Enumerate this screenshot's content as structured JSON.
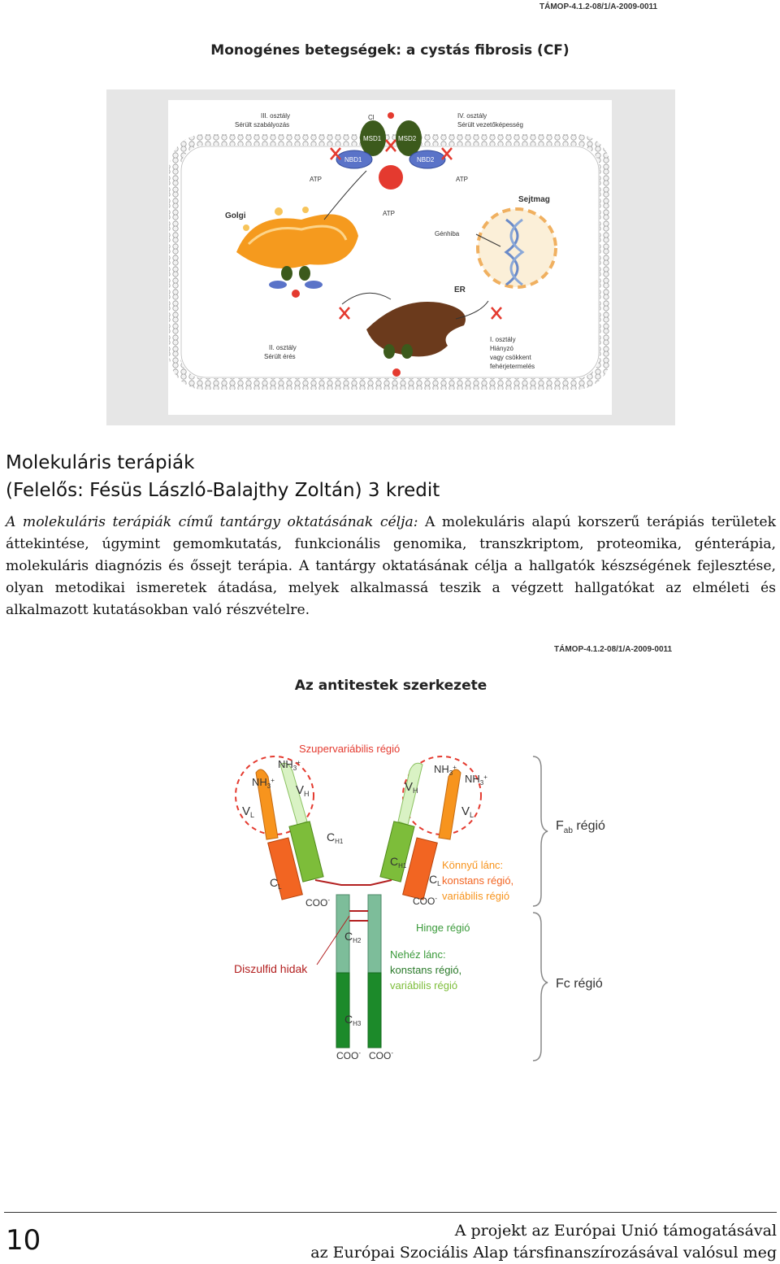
{
  "header": {
    "project_code_1": "TÁMOP-4.1.2-08/1/A-2009-0011",
    "figure1_title": "Monogénes betegségek: a cystás fibrosis (CF)"
  },
  "figure1": {
    "class3_line1": "III. osztály",
    "class3_line2": "Sérült szabályozás",
    "cl_label": "Cl",
    "msd1": "MSD1",
    "msd2": "MSD2",
    "nbd1": "NBD1",
    "nbd2": "NBD2",
    "class4_line1": "IV. osztály",
    "class4_line2": "Sérült vezetőképesség",
    "atp": "ATP",
    "golgi": "Golgi",
    "nucleus": "Sejtmag",
    "gene_defect": "Génhiba",
    "er": "ER",
    "class2_line1": "II. osztály",
    "class2_line2": "Sérült érés",
    "class1_line1": "I. osztály",
    "class1_line2": "Hiányzó",
    "class1_line3": "vagy csökkent",
    "class1_line4": "fehérjetermelés"
  },
  "course": {
    "title": "Molekuláris terápiák",
    "responsible": "(Felelős: Fésüs László-Balajthy Zoltán) 3 kredit",
    "intro_italic": "A molekuláris terápiák című tantárgy oktatásának célja:",
    "body": " A molekuláris alapú korszerű terápiás területek áttekintése, úgymint gemomkutatás, funkcionális genomika, transzkriptom, proteomika, génterápia, molekuláris diagnózis és őssejt terápia. A tantárgy oktatásának célja a hallgatók készségének fejlesztése, olyan metodikai ismeretek átadása, melyek alkalmassá teszik a végzett hallgatókat az elméleti és alkalmazott kutatásokban való részvételre."
  },
  "figure2": {
    "project_code_2": "TÁMOP-4.1.2-08/1/A-2009-0011",
    "title": "Az antitestek szerkezete",
    "hypervariable": "Szupervariábilis régió",
    "nh3": "NH",
    "nh3_sub": "3",
    "nh3_sup": "+",
    "v": "V",
    "l_sub": "L",
    "h_sub": "H",
    "c": "C",
    "h1_sub": "H1",
    "h2_sub": "H2",
    "h3_sub": "H3",
    "coo": "COO",
    "coo_sup": "-",
    "fab_f": "F",
    "fab_sub": "ab",
    "fab_region": " régió",
    "light_chain": "Könnyű lánc:",
    "constant_region_l": "konstans régió,",
    "variable_region_l": "variábilis régió",
    "hinge": "Hinge régió",
    "heavy_chain": "Nehéz lánc:",
    "constant_region_h": "konstans régió,",
    "variable_region_h": "variábilis régió",
    "disulfide": "Diszulfid hidak",
    "fc_region": "Fc régió"
  },
  "footer": {
    "page_number": "10",
    "line1": "A projekt az Európai Unió támogatásával",
    "line2": "az Európai Szociális Alap társfinanszírozásával valósul meg"
  }
}
